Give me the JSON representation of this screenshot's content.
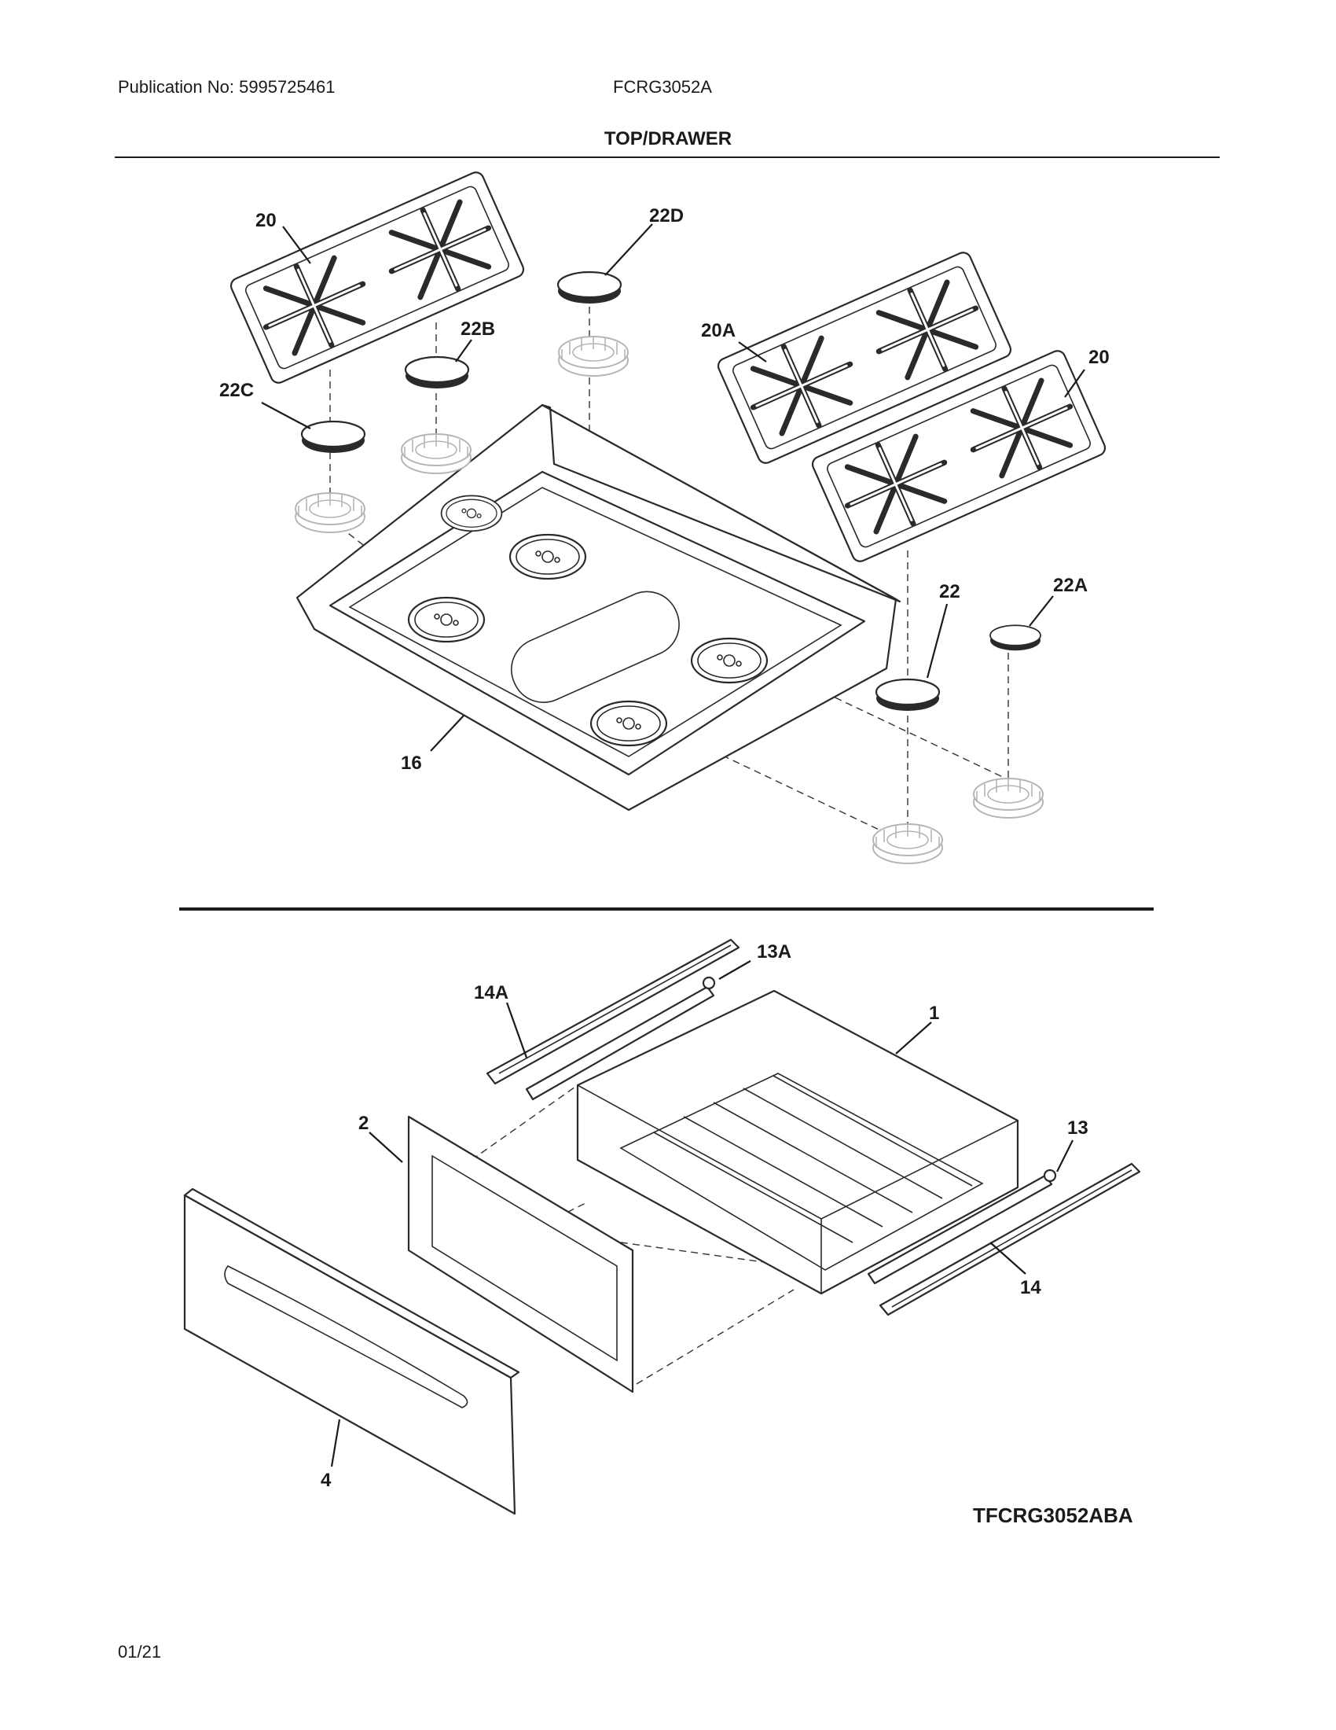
{
  "header": {
    "publication": "Publication No: 5995725461",
    "model": "FCRG3052A",
    "section_title": "TOP/DRAWER"
  },
  "callouts": {
    "c20_left": "20",
    "c22D": "22D",
    "c22B": "22B",
    "c20A": "20A",
    "c20_right": "20",
    "c22C": "22C",
    "c22": "22",
    "c22A": "22A",
    "c16": "16",
    "c13A": "13A",
    "c14A": "14A",
    "c1": "1",
    "c2": "2",
    "c13": "13",
    "c14": "14",
    "c4": "4"
  },
  "footer": {
    "diagram_id": "TFCRG3052ABA",
    "page_number": "01/21"
  }
}
